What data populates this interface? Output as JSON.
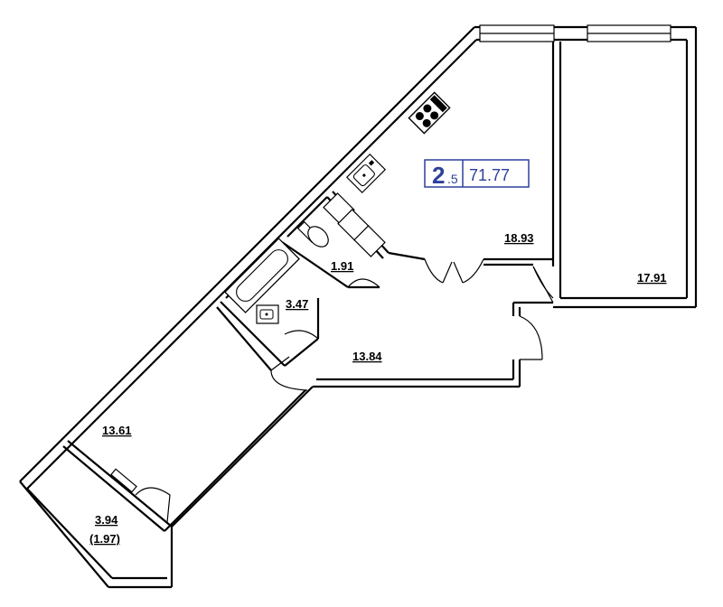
{
  "badge": {
    "rooms": "2",
    "rooms_suffix": ".5",
    "total_area": "71.77",
    "color": "#2f3f9b"
  },
  "rooms": [
    {
      "id": "kitchen",
      "area": "18.93"
    },
    {
      "id": "bedroom",
      "area": "17.91"
    },
    {
      "id": "wc",
      "area": "1.91"
    },
    {
      "id": "bathroom",
      "area": "3.47"
    },
    {
      "id": "hall",
      "area": "13.84"
    },
    {
      "id": "room",
      "area": "13.61"
    },
    {
      "id": "loggia",
      "area": "3.94",
      "reduced_area": "(1.97)"
    }
  ],
  "icons": [
    "stove-icon",
    "sink-icon",
    "toilet-icon",
    "bathtub-icon",
    "washbasin-icon",
    "window-icon",
    "door-icon"
  ]
}
